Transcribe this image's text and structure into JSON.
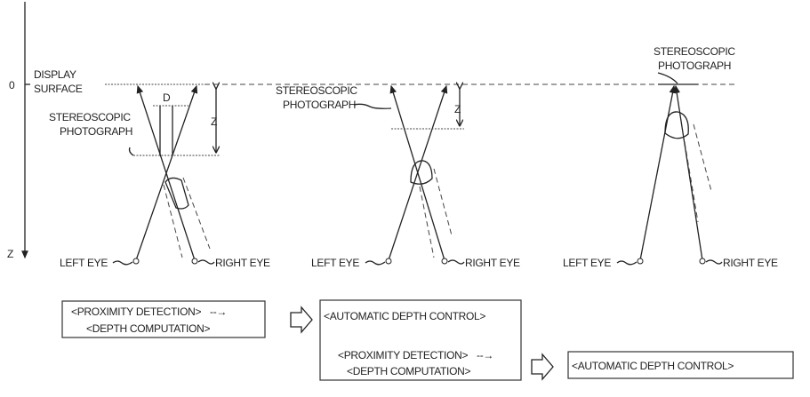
{
  "axis": {
    "origin_label": "0",
    "axis_label": "Z"
  },
  "labels": {
    "display_surface_1": "DISPLAY",
    "display_surface_2": "SURFACE",
    "stereo_1": "STEREOSCOPIC",
    "stereo_2": "PHOTOGRAPH",
    "left_eye": "LEFT EYE",
    "right_eye": "RIGHT EYE",
    "d": "D",
    "z": "Z"
  },
  "flow": {
    "proximity": "<PROXIMITY DETECTION>",
    "depth": "<DEPTH COMPUTATION>",
    "auto": "<AUTOMATIC DEPTH CONTROL>"
  }
}
